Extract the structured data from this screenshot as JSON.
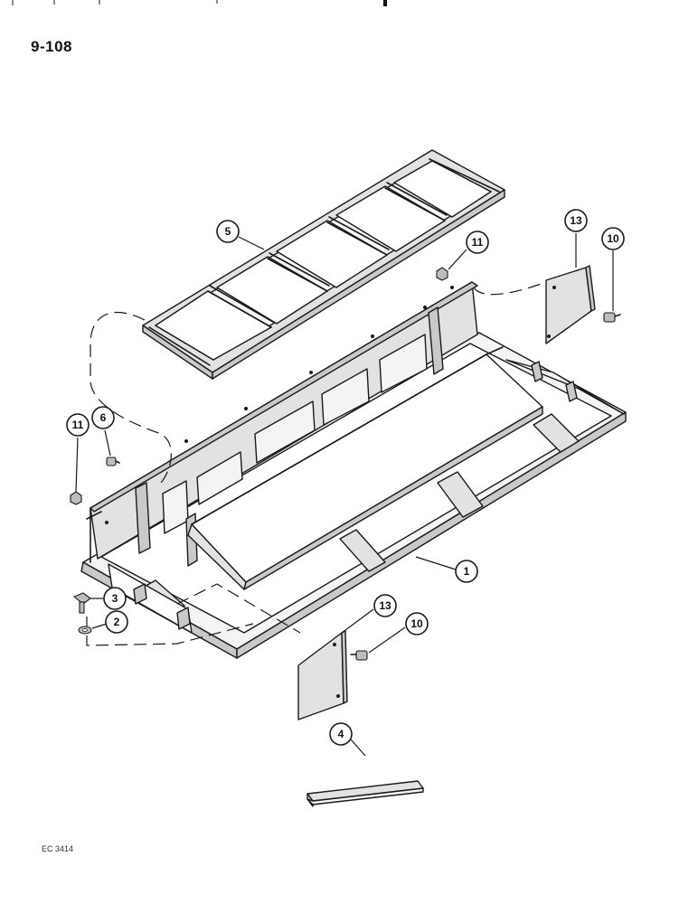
{
  "page": {
    "title": "9-108",
    "catalog_code": "EC 3414"
  },
  "callouts": {
    "c1": "1",
    "c2": "2",
    "c3": "3",
    "c4": "4",
    "c5": "5",
    "c6": "6",
    "c10a": "10",
    "c10b": "10",
    "c11a": "11",
    "c11b": "11",
    "c13a": "13",
    "c13b": "13"
  }
}
